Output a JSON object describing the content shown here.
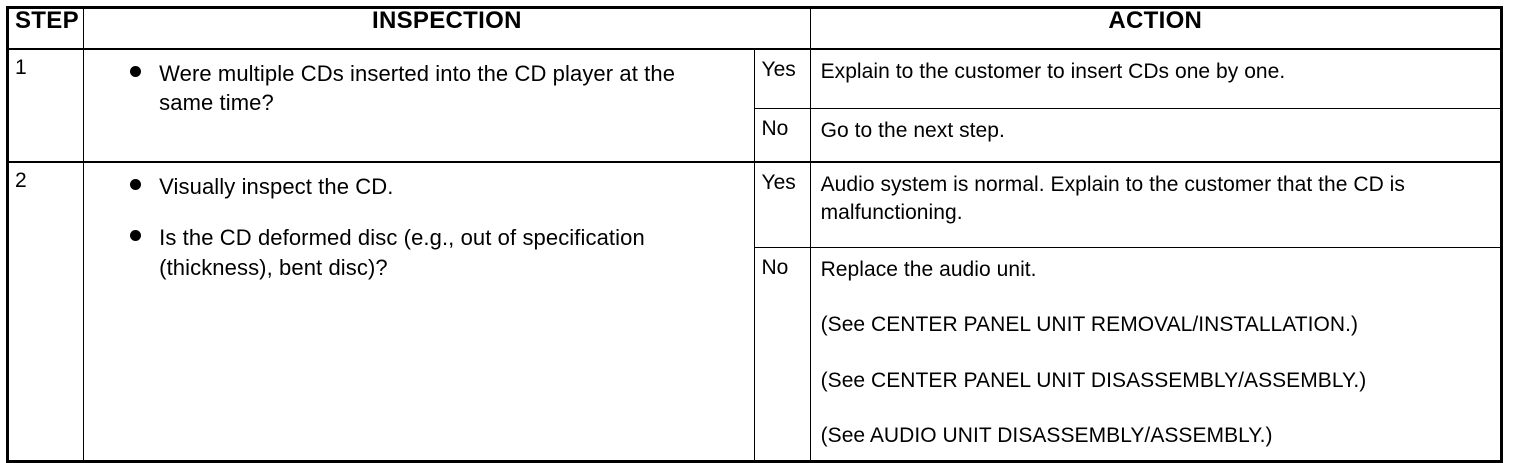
{
  "document": {
    "type": "diagnostic-flow-table",
    "columns": [
      "STEP",
      "INSPECTION",
      "ACTION"
    ],
    "headers": {
      "step": "STEP",
      "inspection": "INSPECTION",
      "action": "ACTION"
    },
    "steps": [
      {
        "number": "1",
        "inspection_bullets": [
          "Were multiple CDs inserted into the CD player at the same time?"
        ],
        "results": [
          {
            "label": "Yes",
            "lines": [
              "Explain to the customer to insert CDs one by one."
            ]
          },
          {
            "label": "No",
            "lines": [
              "Go to the next step."
            ]
          }
        ]
      },
      {
        "number": "2",
        "inspection_bullets": [
          "Visually inspect the CD.",
          "Is the CD deformed disc (e.g., out of specification (thickness), bent disc)?"
        ],
        "results": [
          {
            "label": "Yes",
            "lines": [
              "Audio system is normal. Explain to the customer that the CD is malfunctioning."
            ]
          },
          {
            "label": "No",
            "lines": [
              "Replace the audio unit.",
              "(See CENTER PANEL UNIT REMOVAL/INSTALLATION.)",
              "(See CENTER PANEL UNIT DISASSEMBLY/ASSEMBLY.)",
              "(See AUDIO UNIT DISASSEMBLY/ASSEMBLY.)"
            ]
          }
        ]
      }
    ],
    "colors": {
      "ink": "#000000",
      "paper": "#ffffff"
    }
  }
}
